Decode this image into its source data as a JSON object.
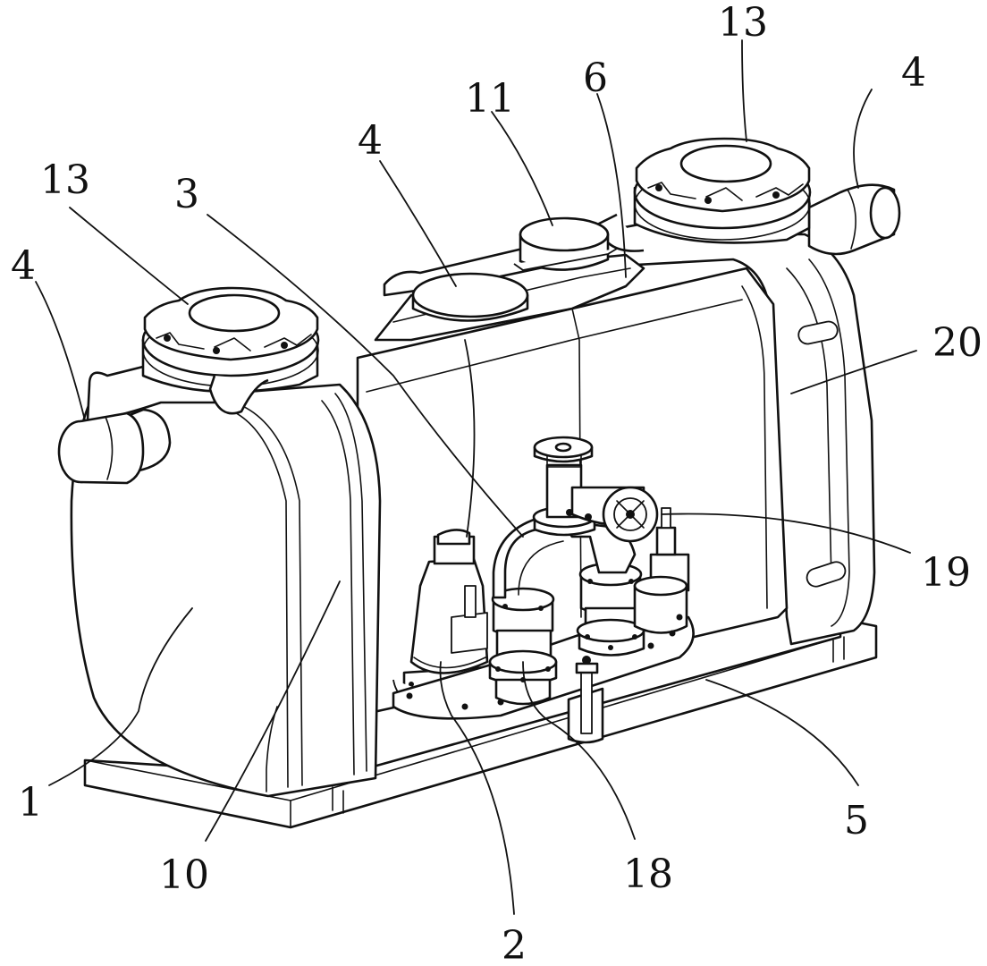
{
  "figure": {
    "labels": [
      {
        "id": "label-1",
        "text": "1"
      },
      {
        "id": "label-2",
        "text": "2"
      },
      {
        "id": "label-3",
        "text": "3"
      },
      {
        "id": "label-4-left",
        "text": "4"
      },
      {
        "id": "label-4-center",
        "text": "4"
      },
      {
        "id": "label-4-right",
        "text": "4"
      },
      {
        "id": "label-5",
        "text": "5"
      },
      {
        "id": "label-6",
        "text": "6"
      },
      {
        "id": "label-10",
        "text": "10"
      },
      {
        "id": "label-11",
        "text": "11"
      },
      {
        "id": "label-13-left",
        "text": "13"
      },
      {
        "id": "label-13-right",
        "text": "13"
      },
      {
        "id": "label-18",
        "text": "18"
      },
      {
        "id": "label-19",
        "text": "19"
      },
      {
        "id": "label-20",
        "text": "20"
      }
    ]
  }
}
